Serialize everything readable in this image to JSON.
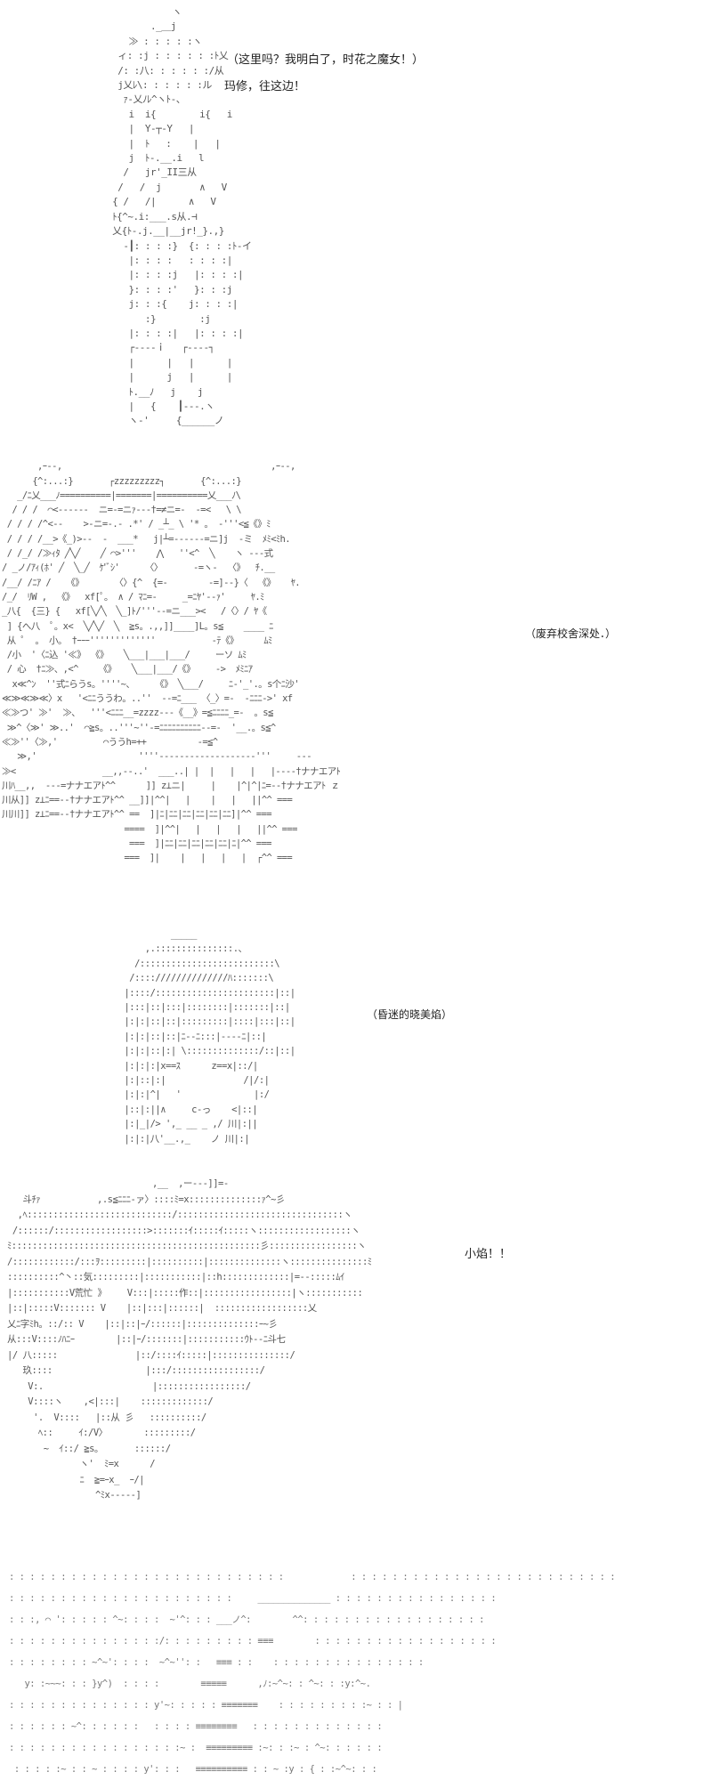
{
  "scene1": {
    "dialogue": [
      "（这里吗？我明白了，时花之魔女！）",
      "玛修，往这边！"
    ],
    "art": [
      "            ヽ",
      "        ._＿j",
      "    ≫ : : : : :ヽ",
      "  ィ: :j : : : : : :ﾄ乂",
      "  /: :八: : : : : :/从",
      "  j乂ﾚ\\: : : : : :ル",
      "   ｧ-乂ﾉﾚ^ヽﾄ-、",
      "    i  i{        i{   i",
      "    |  Y-┬-Y   |",
      "    |  ﾄ   :    |   |",
      "    j  ﾄ-.__.i   l",
      "   /   jr'_II三从",
      "  /   /  j       ∧   V",
      " { /   /|      ∧   V",
      " ﾄ{^~.i:___.s从.⊣",
      " 乂{ﾄ-.j.__|__jr!_}.,}",
      "   ‐┃: : : :}  {: : : :ﾄ-イ",
      "    |: : : :   : : : :|",
      "    |: : : :j   |: : : :|",
      "    }: : : :'   }: : :j",
      "    j: : :{    j: : : :|",
      "       :}        :j",
      "    |: : : :|   |: : : :|",
      "    ┌----ｉ   ┌----┐",
      "    |      |   |      |",
      "    |      j   |      |",
      "    ﾄ.__ﾉ   j    j",
      "    |   {    ┃‐‐-.ヽ",
      "    ヽ-'     {______ノ"
    ]
  },
  "scene2": {
    "caption": "（废弃校舍深处．）",
    "art": [
      "",
      "       ,ｰ-‐,                                         ,ｰ-‐,",
      "      {^:...:}       ┌zzzzzzzzz┐       {^:...:}",
      "   _/ﾆ乂___ﾉ==========|=======|==========乂___ﾉ\\",
      "  / / /  ⌒<------  ニ=-=ニｧ--‐†=≠ニ=-  -=<   \\ \\",
      " / / / /^<--    >-ニ=-.- .*' / _┴_ \\ '* 。 ‐'''<≦《》ﾐ",
      " / / / /__>《_)>--  -  ___*   j|┴=------=ニ]j  ‐ミ  ﾒﾐ<ﾐh.",
      " / /_/ /≫ｨﾀ ╱╲╱    ╱ ⌒>'''    ⋀   ''<^  ╲    ヽ ‐‐‐式",
      "/ _ノ/ｱｨ(ﾎ' ╱  ╲_╱  ｹ'ﾞｼ'     〈〉      -=ヽ-  〈》  ﾁ.__",
      "/__/ /ﾆｱ /   《》      〈〉{^  {=-        -=]--}〈  《》   ﾔ.",
      "/_/  ﾘW ,  《》  xf[ﾟ。 ∧ / ﾏﾆ=-     _=ﾆﾔ'--ｧ'     ﾔ.ﾐ",
      "_八{  {三} {   xf[╲╱╲  ╲_]ﾄ/'''--=ニ___><   /〈〉/ ﾔ《",
      " ] {へ八  ﾟ。x<  ╲╱╲╱  ╲  ≧s。.,,]]____]L。s≦    ____ ﾆ",
      " 从 ﾟ  。 小。 †ｰｰｰ'''''''''''''           -ﾃ《》     ﾑﾐ",
      " /小  '〈ﾆ込 '≪》 《》   ╲___|___|___/     ーソ ﾑﾐ",
      " / 心  †ﾆ≫、,<^    《》   ╲___|___/《》    ‐>  ﾒﾐﾆｱ",
      "  x≪^ﾝ  ''式ﾆらうs。''''~、    《》 ╲___/     ﾆ-'_'.。s个ﾆ沙'",
      "≪≫≪≫≪〉x   '<ﾆﾆううわ。..''  ‐-=ﾆ___ 〈_〉=-  -ﾆﾆﾆ->' xf",
      "≪≫つ' ≫'  ≫、  '''<ﾆﾆﾆ__=zzzz---《__》=≦ﾆﾆﾆﾆ_=-  。s≦",
      " ≫^〈≫' ≫..'  ⌒≧s。..'''~''-=ﾆﾆﾆﾆﾆﾆﾆﾆﾆﾆ--=-  '__.。s≦^",
      "≪≫''〈≫,'         ⌒ううh=++          -=≦^",
      "   ≫,'                    ''''-------------------'''     ---",
      "≫<                 __,,--..'  ___..| |  |   |   |   |---‐†ナナエアﾄ",
      "川ﾊ__,,  ---=ナナエアﾄ^^      ]] z⊥ニ|     |    |^|^|ﾆ=--†ナナエアﾄ ｚ",
      "川从]] z⊥ﾆ==--†ナナエアﾄ^^ __]]|^^|   |    |   |   ||^^ ===",
      "川川]] z⊥ﾆ==--†ナナエアﾄ^^ ==  ]|ﾆ|ﾆﾆ|ﾆﾆ|ﾆﾆ|ﾆﾆ|ﾆﾆ]|^^ ===",
      "                        ====  ]|^^|   |   |   |   ||^^ ===",
      "                         ===  ]|ﾆﾆ|ﾆﾆ|ﾆﾆ|ﾆﾆ|ﾆﾆ|ﾆ|^^ ===",
      "                        ===  ]|    |   |   |   |  ┌^^ ==="
    ]
  },
  "scene3": {
    "caption": "（昏迷的晓美焰）",
    "art": [
      "            _____",
      "       ,.:::::::::::::::.、",
      "     /::::::::::::::::::::::::::\\",
      "    /:::://////////////ﾊ:::::::\\",
      "   |::::/:::::::::::::::::::::::|::|",
      "   |:::|::|:::|::::::::|:::::::|::|",
      "   |:|:|::|::|:::::::::|::::|:::|::|",
      "   |:|:|::|::|ﾆ--ﾆ:::|---‐ﾆ|::|",
      "   |:|:|::|:| \\::::::::::::::/::|::|",
      "   |:|:|:|x==ｽ      z==x|::/|",
      "   |:|::|:|               /|/:|",
      "   |:|:|^|   '              |:/",
      "   |::|:||∧     c-っ    <|::|",
      "   |:|_|/> ',_ __ _ ,/ 川|:||",
      "   |:|:|八'__.,_    ノ 川|:|"
    ]
  },
  "scene4": {
    "exclaim": "小焰！！",
    "art": [
      "                            ,__  ,ー---]]=‐",
      "   斗ﾁｧ           ,.s≦ﾆﾆﾆ‐ァ〉::::ﾐ=x::::::::::::::ｧ^~彡",
      "  ,ﾍ::::::::::::::::::::::::::::/::::::::::::::::::::::::::::::::ヽ",
      " /::::::/::::::::::::::::::>:::::::ｲ:::::ｲ:::::ヽ::::::::::::::::::ヽ",
      "ﾐ::::::::::::::::::::::::::::::::::::::::::::::::彡:::::::::::::::::ヽ",
      "/::::::::::::/:::ｦ:::::::::|::::::::::|::::::::::::::ヽ:::::::::::::::ﾐ",
      "::::::::::^丶::気:::::::::|:::::::::::|::h:::::::::::::|=--:::::ﾑｲ",
      "|:::::::::::V荒忙 》    V:::|:::::作::|:::::::::::::::::|ヽ:::::::::::",
      "|::|:::::V::::::: V    |::|:::|::::::|  ::::::::::::::::::乂",
      "乂ﾆ字ﾐh。::/:: V    |::|::|ｰ/::::::|::::::::::::::ｰ~彡",
      "从:::V::::ﾉﾊﾆｰ        |::|ｰ/:::::::|:::::::::::ｳﾄ--ﾆ斗七",
      "|/ 八:::::               |::/::::ｲ:::::|:::::::::::::::/",
      "   玖::::                  |:::/:::::::::::::::::/",
      "    V:.                     |:::::::::::::::::/",
      "    V::::ヽ    ,<|:::|    :::::::::::::/",
      "     '.  V::::   |::从 彡   ::::::::::/",
      "      ﾍ::     ｲ:/V〉       :::::::::/",
      "       ∼  ｲ::/ ≧s。      ::::::/",
      "              ヽ'  ﾐ=x      /",
      "              ﾆ  ≧=ｰx_  ｰ/|",
      "                 ^ﾐx-----]"
    ]
  },
  "scene5": {
    "art": [
      ": : : : : : : : : : : : : : : : : : : : : : : : : : :             : : : : : : : : : : : : : : : : : : : : : : : : : :",
      ": : : : : : : : : : : : : : : : : : : : : :     ______________ : : : : : : : : : : : : : : : :",
      ": : :, ⌒ ': : : : : ^~: : : :  ~'^: : : ___ノ^:        ^^: : : : : : : : : : : : : : : : : :",
      ": : : : : : : : : : : : : : :/: : : : : : : : : ≡≡≡        : : : : : : : : : : : : : : : : : :",
      ": : : : : : : : ~^~': : : :  ~^~'': :   ≡≡≡ : :    : : : : : : : : : : : : : : :",
      "   y: :~~~: : : }y^)  : : : :        ≡≡≡≡≡      ,ﾉ:~^~: : ^~: : :y:^~.",
      ": : : : : : : : : : : : : : y'~: : : : : ≡≡≡≡≡≡≡    : : : : : : : : :~ : : |",
      ": : : : : : ~^: : : : : :   : : : : ≡≡≡≡≡≡≡≡   : : : : : : : : : : : : :",
      ": : : : : : : : : : : : : : : : :~ :  ≡≡≡≡≡≡≡≡≡ :~: : :~ : ^~: : : : : :",
      " : : : : :~ : : ~ : : : : y': : :   ≡≡≡≡≡≡≡≡≡≡ : : ~ :y : { : :~^~: : :"
    ]
  }
}
